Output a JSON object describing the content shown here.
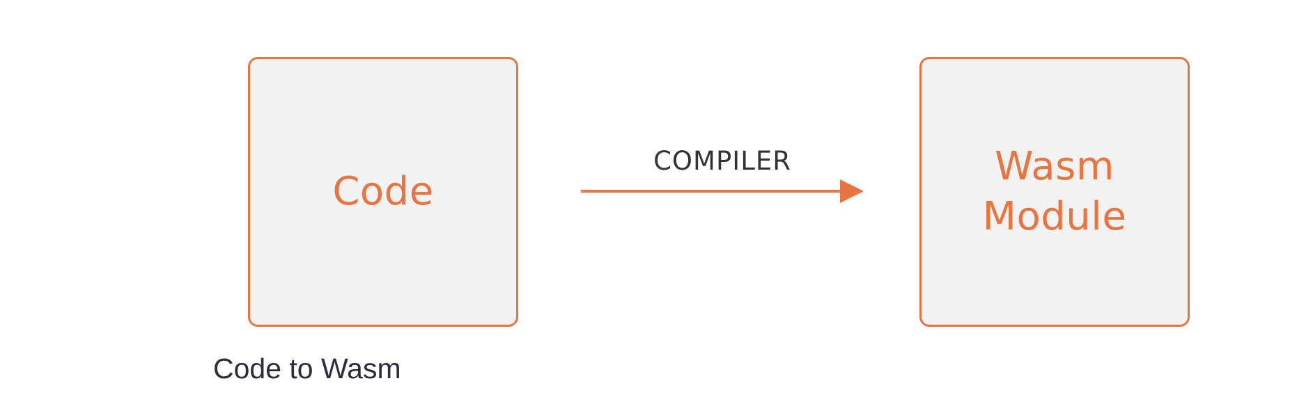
{
  "diagram": {
    "source_box": {
      "label": "Code"
    },
    "arrow_label": "COMPILER",
    "target_box": {
      "label_lines": [
        "Wasm",
        "Module"
      ]
    },
    "accent_color": "#e8743f",
    "box_fill_color": "#f2f2f2"
  },
  "caption": "Code to Wasm"
}
